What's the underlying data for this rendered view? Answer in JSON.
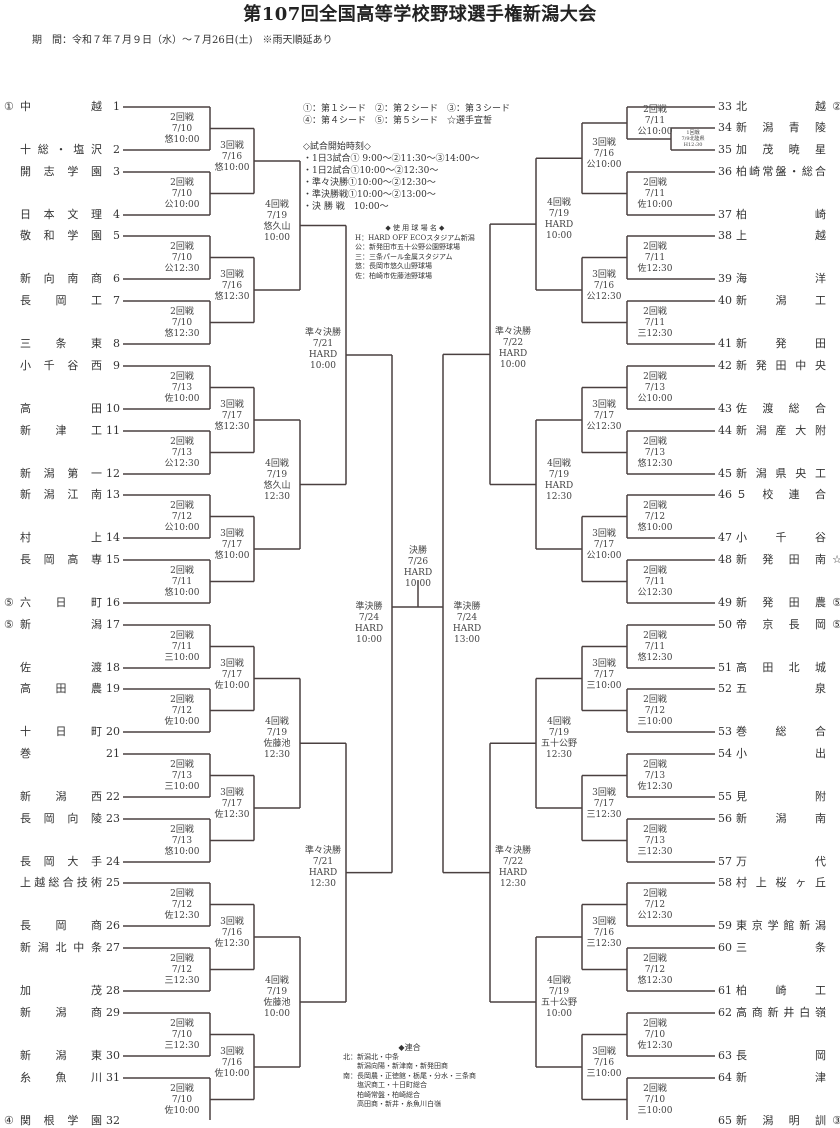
{
  "header": {
    "title": "第107回全国高等学校野球選手権新潟大会",
    "period": "期　間：令和７年７月９日（水）～７月26日(土)　※雨天順延あり"
  },
  "legend": {
    "seeds": [
      "①：第１シード　②：第２シード　③：第３シード",
      "④：第４シード　⑤：第５シード　☆選手宣誓"
    ],
    "times_title": "◇試合開始時刻◇",
    "times": [
      "・1日3試合①  9:00～②11:30～③14:00～",
      "・1日2試合①10:00～②12:30～",
      "・準々決勝①10:00～②12:30～",
      "・準決勝戦①10:00～②13:00～",
      "・決 勝 戦　10:00～"
    ],
    "venues_title": "◆ 使 用 球 場 名 ◆",
    "venues": [
      "H：HARD OFF ECOスタジアム新潟",
      "公：新発田市五十公野公園野球場",
      "三：三条パール金属スタジアム",
      "悠：長岡市悠久山野球場",
      "佐：柏崎市佐藤池野球場"
    ],
    "rengo_title": "◆連合",
    "rengo": [
      "北：新潟北・中条",
      "　　新潟向陽・新津南・新発田商",
      "南：長岡農・正徳館・栃尾・分水・三条商",
      "　　塩沢商工・十日町総合",
      "　　柏崎常盤・柏崎総合",
      "　　高田商・新井・糸魚川白嶺"
    ]
  },
  "teams_left": [
    {
      "no": "1",
      "name": "中越",
      "seed": "①"
    },
    {
      "no": "2",
      "name": "十総・塩沢",
      "seed": ""
    },
    {
      "no": "3",
      "name": "開志学園",
      "seed": ""
    },
    {
      "no": "4",
      "name": "日本文理",
      "seed": ""
    },
    {
      "no": "5",
      "name": "敬和学園",
      "seed": ""
    },
    {
      "no": "6",
      "name": "新向南商",
      "seed": ""
    },
    {
      "no": "7",
      "name": "長岡工",
      "seed": ""
    },
    {
      "no": "8",
      "name": "三条東",
      "seed": ""
    },
    {
      "no": "9",
      "name": "小千谷西",
      "seed": ""
    },
    {
      "no": "10",
      "name": "高田",
      "seed": ""
    },
    {
      "no": "11",
      "name": "新津工",
      "seed": ""
    },
    {
      "no": "12",
      "name": "新潟第一",
      "seed": ""
    },
    {
      "no": "13",
      "name": "新潟江南",
      "seed": ""
    },
    {
      "no": "14",
      "name": "村上",
      "seed": ""
    },
    {
      "no": "15",
      "name": "長岡高専",
      "seed": ""
    },
    {
      "no": "16",
      "name": "六日町",
      "seed": "⑤"
    },
    {
      "no": "17",
      "name": "新潟",
      "seed": "⑤"
    },
    {
      "no": "18",
      "name": "佐渡",
      "seed": ""
    },
    {
      "no": "19",
      "name": "高田農",
      "seed": ""
    },
    {
      "no": "20",
      "name": "十日町",
      "seed": ""
    },
    {
      "no": "21",
      "name": "巻",
      "seed": ""
    },
    {
      "no": "22",
      "name": "新潟西",
      "seed": ""
    },
    {
      "no": "23",
      "name": "長岡向陵",
      "seed": ""
    },
    {
      "no": "24",
      "name": "長岡大手",
      "seed": ""
    },
    {
      "no": "25",
      "name": "上越総合技術",
      "seed": ""
    },
    {
      "no": "26",
      "name": "長岡商",
      "seed": ""
    },
    {
      "no": "27",
      "name": "新潟北中条",
      "seed": ""
    },
    {
      "no": "28",
      "name": "加茂",
      "seed": ""
    },
    {
      "no": "29",
      "name": "新潟商",
      "seed": ""
    },
    {
      "no": "30",
      "name": "新潟東",
      "seed": ""
    },
    {
      "no": "31",
      "name": "糸魚川",
      "seed": ""
    },
    {
      "no": "32",
      "name": "関根学園",
      "seed": "④"
    }
  ],
  "teams_right": [
    {
      "no": "33",
      "name": "北越",
      "seed": "②"
    },
    {
      "no": "34",
      "name": "新潟青陵",
      "seed": ""
    },
    {
      "no": "35",
      "name": "加茂暁星",
      "seed": ""
    },
    {
      "no": "36",
      "name": "柏崎常盤・総合",
      "seed": ""
    },
    {
      "no": "37",
      "name": "柏崎",
      "seed": ""
    },
    {
      "no": "38",
      "name": "上越",
      "seed": ""
    },
    {
      "no": "39",
      "name": "海洋",
      "seed": ""
    },
    {
      "no": "40",
      "name": "新潟工",
      "seed": ""
    },
    {
      "no": "41",
      "name": "新発田",
      "seed": ""
    },
    {
      "no": "42",
      "name": "新発田中央",
      "seed": ""
    },
    {
      "no": "43",
      "name": "佐渡総合",
      "seed": ""
    },
    {
      "no": "44",
      "name": "新潟産大附",
      "seed": ""
    },
    {
      "no": "45",
      "name": "新潟県央工",
      "seed": ""
    },
    {
      "no": "46",
      "name": "５校連合",
      "seed": ""
    },
    {
      "no": "47",
      "name": "小千谷",
      "seed": ""
    },
    {
      "no": "48",
      "name": "新発田南",
      "seed": "☆"
    },
    {
      "no": "49",
      "name": "新発田農",
      "seed": "⑤"
    },
    {
      "no": "50",
      "name": "帝京長岡",
      "seed": "⑤"
    },
    {
      "no": "51",
      "name": "高田北城",
      "seed": ""
    },
    {
      "no": "52",
      "name": "五泉",
      "seed": ""
    },
    {
      "no": "53",
      "name": "巻総合",
      "seed": ""
    },
    {
      "no": "54",
      "name": "小出",
      "seed": ""
    },
    {
      "no": "55",
      "name": "見附",
      "seed": ""
    },
    {
      "no": "56",
      "name": "新潟南",
      "seed": ""
    },
    {
      "no": "57",
      "name": "万代",
      "seed": ""
    },
    {
      "no": "58",
      "name": "村上桜ヶ丘",
      "seed": ""
    },
    {
      "no": "59",
      "name": "東京学館新潟",
      "seed": ""
    },
    {
      "no": "60",
      "name": "三条",
      "seed": ""
    },
    {
      "no": "61",
      "name": "柏崎工",
      "seed": ""
    },
    {
      "no": "62",
      "name": "高商新井白嶺",
      "seed": ""
    },
    {
      "no": "63",
      "name": "長岡",
      "seed": ""
    },
    {
      "no": "64",
      "name": "新津",
      "seed": ""
    },
    {
      "no": "65",
      "name": "新潟明訓",
      "seed": "③"
    }
  ],
  "games": {
    "left_r2": [
      [
        "2回戦",
        "7/10",
        "悠10:00"
      ],
      [
        "2回戦",
        "7/10",
        "公10:00"
      ],
      [
        "2回戦",
        "7/10",
        "公12:30"
      ],
      [
        "2回戦",
        "7/10",
        "悠12:30"
      ],
      [
        "2回戦",
        "7/13",
        "佐10:00"
      ],
      [
        "2回戦",
        "7/13",
        "公12:30"
      ],
      [
        "2回戦",
        "7/12",
        "公10:00"
      ],
      [
        "2回戦",
        "7/11",
        "悠10:00"
      ],
      [
        "2回戦",
        "7/11",
        "三10:00"
      ],
      [
        "2回戦",
        "7/12",
        "佐10:00"
      ],
      [
        "2回戦",
        "7/13",
        "三10:00"
      ],
      [
        "2回戦",
        "7/13",
        "悠10:00"
      ],
      [
        "2回戦",
        "7/12",
        "佐12:30"
      ],
      [
        "2回戦",
        "7/12",
        "三12:30"
      ],
      [
        "2回戦",
        "7/10",
        "三12:30"
      ],
      [
        "2回戦",
        "7/10",
        "佐10:00"
      ]
    ],
    "left_r3": [
      [
        "3回戦",
        "7/16",
        "悠10:00"
      ],
      [
        "3回戦",
        "7/16",
        "悠12:30"
      ],
      [
        "3回戦",
        "7/17",
        "悠12:30"
      ],
      [
        "3回戦",
        "7/17",
        "悠10:00"
      ],
      [
        "3回戦",
        "7/17",
        "佐10:00"
      ],
      [
        "3回戦",
        "7/17",
        "佐12:30"
      ],
      [
        "3回戦",
        "7/16",
        "佐12:30"
      ],
      [
        "3回戦",
        "7/16",
        "佐10:00"
      ]
    ],
    "left_r4": [
      [
        "4回戦",
        "7/19",
        "悠久山",
        "10:00"
      ],
      [
        "4回戦",
        "7/19",
        "悠久山",
        "12:30"
      ],
      [
        "4回戦",
        "7/19",
        "佐藤池",
        "12:30"
      ],
      [
        "4回戦",
        "7/19",
        "佐藤池",
        "10:00"
      ]
    ],
    "left_qf": [
      [
        "準々決勝",
        "7/21",
        "HARD",
        "10:00"
      ],
      [
        "準々決勝",
        "7/21",
        "HARD",
        "12:30"
      ]
    ],
    "left_sf": [
      "準決勝",
      "7/24",
      "HARD",
      "10:00"
    ],
    "final": [
      "決勝",
      "7/26",
      "HARD",
      "10:00"
    ],
    "right_sf": [
      "準決勝",
      "7/24",
      "HARD",
      "13:00"
    ],
    "right_qf": [
      [
        "準々決勝",
        "7/22",
        "HARD",
        "10:00"
      ],
      [
        "準々決勝",
        "7/22",
        "HARD",
        "12:30"
      ]
    ],
    "right_r4": [
      [
        "4回戦",
        "7/19",
        "HARD",
        "10:00"
      ],
      [
        "4回戦",
        "7/19",
        "HARD",
        "12:30"
      ],
      [
        "4回戦",
        "7/19",
        "五十公野",
        "12:30"
      ],
      [
        "4回戦",
        "7/19",
        "五十公野",
        "10:00"
      ]
    ],
    "right_r3": [
      [
        "3回戦",
        "7/16",
        "公10:00"
      ],
      [
        "3回戦",
        "7/16",
        "公12:30"
      ],
      [
        "3回戦",
        "7/17",
        "公12:30"
      ],
      [
        "3回戦",
        "7/17",
        "公10:00"
      ],
      [
        "3回戦",
        "7/17",
        "三10:00"
      ],
      [
        "3回戦",
        "7/17",
        "三12:30"
      ],
      [
        "3回戦",
        "7/16",
        "三12:30"
      ],
      [
        "3回戦",
        "7/16",
        "三10:00"
      ]
    ],
    "right_r2": [
      [
        "2回戦",
        "7/11",
        "公10:00"
      ],
      [
        "2回戦",
        "7/11",
        "佐10:00"
      ],
      [
        "2回戦",
        "7/11",
        "佐12:30"
      ],
      [
        "2回戦",
        "7/11",
        "三12:30"
      ],
      [
        "2回戦",
        "7/13",
        "公10:00"
      ],
      [
        "2回戦",
        "7/13",
        "悠12:30"
      ],
      [
        "2回戦",
        "7/12",
        "悠10:00"
      ],
      [
        "2回戦",
        "7/11",
        "公12:30"
      ],
      [
        "2回戦",
        "7/11",
        "悠12:30"
      ],
      [
        "2回戦",
        "7/12",
        "三10:00"
      ],
      [
        "2回戦",
        "7/13",
        "佐12:30"
      ],
      [
        "2回戦",
        "7/13",
        "三12:30"
      ],
      [
        "2回戦",
        "7/12",
        "公12:30"
      ],
      [
        "2回戦",
        "7/12",
        "悠12:30"
      ],
      [
        "2回戦",
        "7/10",
        "佐12:30"
      ],
      [
        "2回戦",
        "7/10",
        "三10:00"
      ]
    ],
    "right_r1": [
      "1回戦",
      "7/9北陸県",
      "H12:30"
    ]
  },
  "colors": {
    "line": "#4a4040",
    "text": "#333333"
  }
}
